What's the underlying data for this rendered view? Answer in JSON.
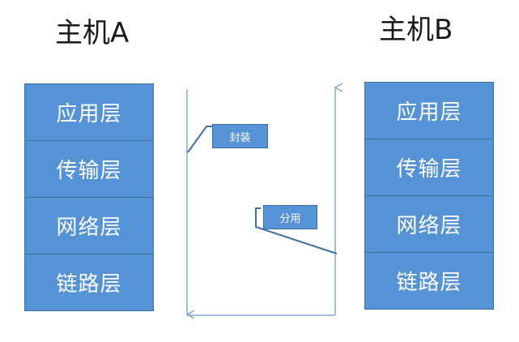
{
  "hosts": {
    "a": {
      "title": "主机A",
      "layers": [
        "应用层",
        "传输层",
        "网络层",
        "链路层"
      ]
    },
    "b": {
      "title": "主机B",
      "layers": [
        "应用层",
        "传输层",
        "网络层",
        "链路层"
      ]
    }
  },
  "annotations": {
    "encapsulation": "封装",
    "demultiplexing": "分用"
  },
  "colors": {
    "layer_fill": "#5592d6",
    "layer_border": "#3f6f9f",
    "arrow": "#4a7fc0",
    "text": "#ffffff"
  }
}
